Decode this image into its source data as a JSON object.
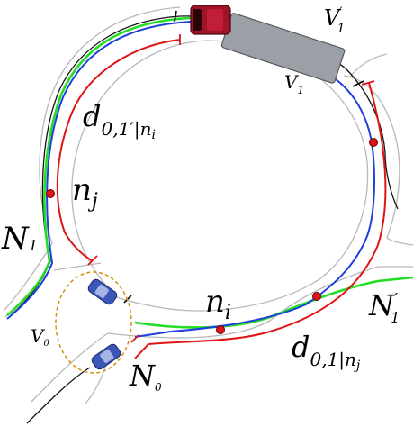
{
  "labels": {
    "v1_prime": {
      "main": "V",
      "sub": "1",
      "prime": "′"
    },
    "v1": {
      "main": "V",
      "sub": "1"
    },
    "d01prime": {
      "main": "d",
      "sub": "0,1′|n",
      "subsub": "i"
    },
    "nj": {
      "main": "n",
      "sub": "j"
    },
    "n1": {
      "main": "N",
      "sub": "1"
    },
    "ni": {
      "main": "n",
      "sub": "i"
    },
    "n1_prime": {
      "main": "N",
      "sub": "1",
      "prime": "′"
    },
    "v0": {
      "main": "V",
      "sub": "0"
    },
    "n0": {
      "main": "N",
      "sub": "0"
    },
    "d01": {
      "main": "d",
      "sub": "0,1|n",
      "subsub": "j"
    }
  },
  "colors": {
    "road": "#b8b8b8",
    "green_path": "#22dd22",
    "blue_path": "#1f3fdd",
    "red_path": "#e01414",
    "black_path": "#111111",
    "node": "#e01414",
    "truck_body": "#9aa0a6",
    "truck_cab": "#a01428",
    "car_blue": "#3b56b8",
    "sensing_circle": "#d4900a"
  }
}
